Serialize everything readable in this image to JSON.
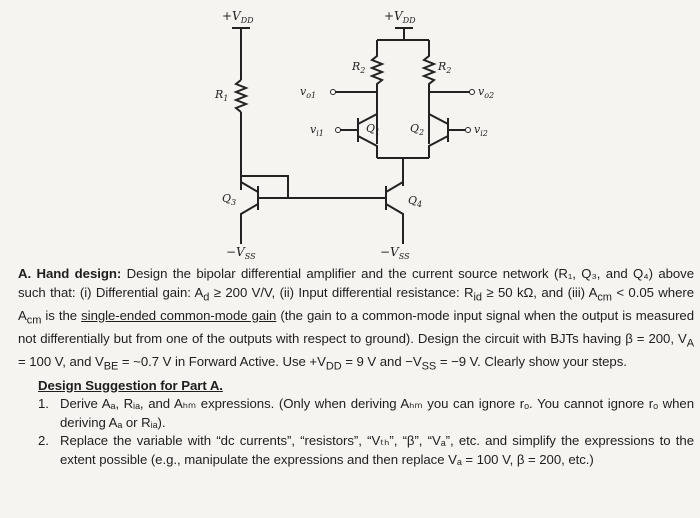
{
  "circuit": {
    "vdd_left": "+V",
    "vdd_right": "+V",
    "vdd_sub": "DD",
    "r1": "R",
    "r1_sub": "1",
    "r2_left": "R",
    "r2_right": "R",
    "r2_sub": "2",
    "vo1": "v",
    "vo1_sub": "o1",
    "vo2": "v",
    "vo2_sub": "o2",
    "vi1": "v",
    "vi1_sub": "i1",
    "vi2": "v",
    "vi2_sub": "i2",
    "q1": "Q",
    "q1_sub": "1",
    "q2": "Q",
    "q2_sub": "2",
    "q3": "Q",
    "q3_sub": "3",
    "q4": "Q",
    "q4_sub": "4",
    "vss_left": "−V",
    "vss_right": "−V",
    "vss_sub": "SS"
  },
  "problem": {
    "heading": "A. Hand design:",
    "intro": " Design the bipolar differential amplifier and the current source network (R₁, Q₃, and Q₄) above such that: (i) Differential gain: A",
    "ad_sub": "d",
    "gain_cond": " ≥ 200 V/V, (ii) Input differential resistance: R",
    "rid_sub": "id",
    "rid_cond": " ≥ 50 kΩ, and (iii) A",
    "acm_sub": "cm",
    "acm_cond": " < 0.05 where A",
    "acm_sub2": "cm",
    "acm_is": " is the ",
    "scmg": "single-ended common-mode gain",
    "rest": " (the gain to a common-mode input signal when the output is measured not differentially but from one of the outputs with respect to ground). Design the circuit with BJTs having β = 200, V",
    "va_sub": "A",
    "va_eq": " = 100 V, and V",
    "vbe_sub": "BE",
    "vbe_eq": " = ~0.7 V in Forward Active. Use +V",
    "vdd_sub": "DD",
    "vdd_eq": " = 9 V and −V",
    "vss_sub": "SS",
    "vss_eq": " = −9 V. Clearly show your steps."
  },
  "suggestion": {
    "title": "Design Suggestion for Part A.",
    "item1_num": "1.",
    "item1": "Derive Aₐ, Rᵢₐ, and Aₕₘ expressions. (Only when deriving Aₕₘ you can ignore rₒ. You cannot ignore rₒ when deriving Aₐ or Rᵢₐ).",
    "item2_num": "2.",
    "item2": "Replace the variable with “dc currents”, “resistors”, “Vₜₕ”, “β”, “Vₐ”, etc. and simplify the expressions to the extent possible (e.g., manipulate the expressions and then replace Vₐ = 100 V, β = 200, etc.)"
  }
}
